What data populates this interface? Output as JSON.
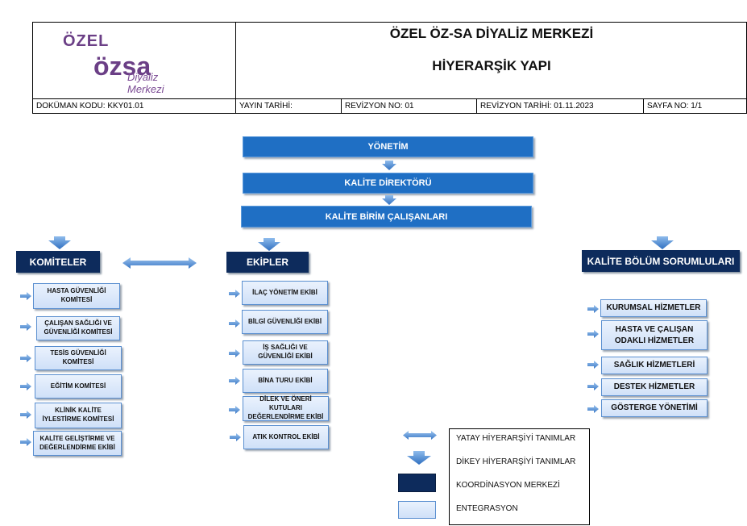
{
  "logo": {
    "line1": "ÖZEL",
    "line2": "özsa",
    "line3": "Diyaliz Merkezi"
  },
  "header": {
    "title": "ÖZEL ÖZ-SA DİYALİZ MERKEZİ",
    "subtitle": "HİYERARŞİK YAPI",
    "cells": [
      "DOKÜMAN KODU: KKY01.01",
      "YAYIN TARİHİ:",
      "REVİZYON NO: 01",
      "REVİZYON TARİHİ: 01.11.2023",
      "SAYFA NO: 1/1"
    ]
  },
  "flow": {
    "level1": "YÖNETİM",
    "level2": "KALİTE DİREKTÖRÜ",
    "level3": "KALİTE BİRİM ÇALIŞANLARI"
  },
  "komiteler": {
    "title": "KOMİTELER",
    "items": [
      "HASTA GÜVENLİĞİ KOMİTESİ",
      "ÇALIŞAN SAĞLIĞI VE GÜVENLİĞİ KOMİTESİ",
      "TESİS GÜVENLİĞİ KOMİTESİ",
      "EĞİTİM KOMİTESİ",
      "KLİNİK KALİTE İYLESTİRME KOMİTESİ",
      "KALİTE GELİŞTİRME VE DEĞERLENDİRME EKİBİ"
    ]
  },
  "ekipler": {
    "title": "EKİPLER",
    "items": [
      "İLAÇ YÖNETİM EKİBİ",
      "BİLGİ GÜVENLİĞİ EKİBİ",
      "İŞ SAĞLIĞI VE GÜVENLİĞİ EKİBİ",
      "BİNA TURU EKİBİ",
      "DİLEK VE ÖNERİ KUTULARI DEĞERLENDİRME EKİBİ",
      "ATIK KONTROL EKİBİ"
    ]
  },
  "sorumlular": {
    "title": "KALİTE BÖLÜM SORUMLULARI",
    "items": [
      "KURUMSAL HİZMETLER",
      "HASTA VE ÇALIŞAN ODAKLI HİZMETLER",
      "SAĞLIK HİZMETLERİ",
      "DESTEK HİZMETLER",
      "GÖSTERGE YÖNETİMİ"
    ]
  },
  "legend": {
    "items": [
      "YATAY HİYERARŞİYİ TANIMLAR",
      "DİKEY HİYERARŞİYİ TANIMLAR",
      "KOORDİNASYON MERKEZİ",
      "ENTEGRASYON"
    ]
  },
  "colors": {
    "bar_blue": "#1f6fc4",
    "dark_navy": "#0d2b5c",
    "light_blue": "#cfe0f8",
    "arrow_blue": "#3a7fd0"
  }
}
